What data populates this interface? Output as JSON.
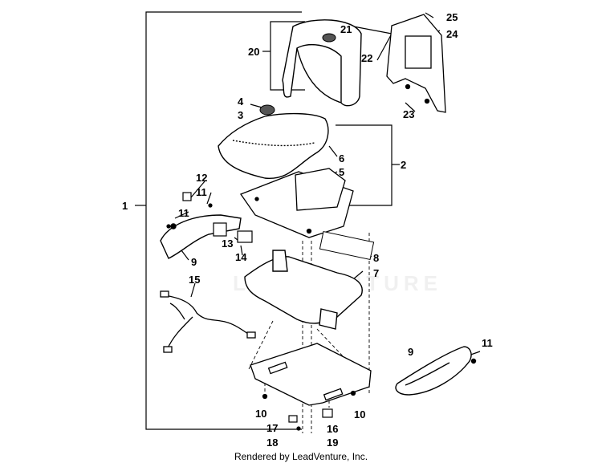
{
  "diagram": {
    "callouts": [
      "1",
      "2",
      "3",
      "4",
      "5",
      "6",
      "7",
      "8",
      "9",
      "9",
      "10",
      "10",
      "11",
      "11",
      "11",
      "11",
      "12",
      "13",
      "14",
      "15",
      "16",
      "17",
      "18",
      "19",
      "20",
      "21",
      "22",
      "23",
      "24",
      "25"
    ]
  },
  "watermark": "LEADVENTURE",
  "footer": "Rendered by LeadVenture, Inc."
}
